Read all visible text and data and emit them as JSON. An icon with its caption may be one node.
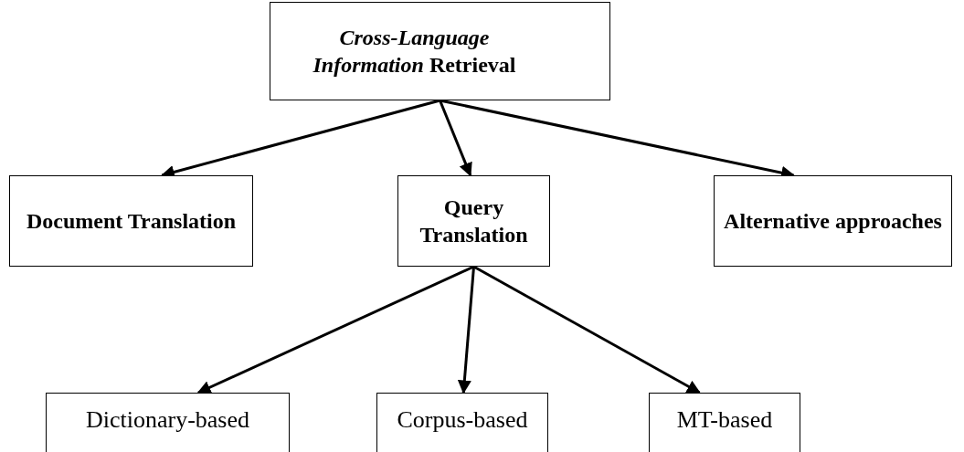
{
  "diagram": {
    "nodes": [
      {
        "text": [
          "*Cross-Language Information* Retrieval"
        ]
      },
      {
        "text": [
          "Document Translation"
        ]
      },
      {
        "text": [
          "Query Translation"
        ]
      },
      {
        "text": [
          "Alternative approaches"
        ]
      },
      {
        "text": [
          "Dictionary-based"
        ]
      },
      {
        "text": [
          "Corpus-based"
        ]
      },
      {
        "text": [
          "MT-based"
        ]
      }
    ],
    "edges": [
      {
        "from": 0,
        "to": 1,
        "arrow": "to"
      },
      {
        "from": 0,
        "to": 2,
        "arrow": "to"
      },
      {
        "from": 0,
        "to": 3,
        "arrow": "to"
      },
      {
        "from": 2,
        "to": 4,
        "arrow": "to"
      },
      {
        "from": 2,
        "to": 5,
        "arrow": "to"
      },
      {
        "from": 2,
        "to": 6,
        "arrow": "to"
      }
    ]
  }
}
